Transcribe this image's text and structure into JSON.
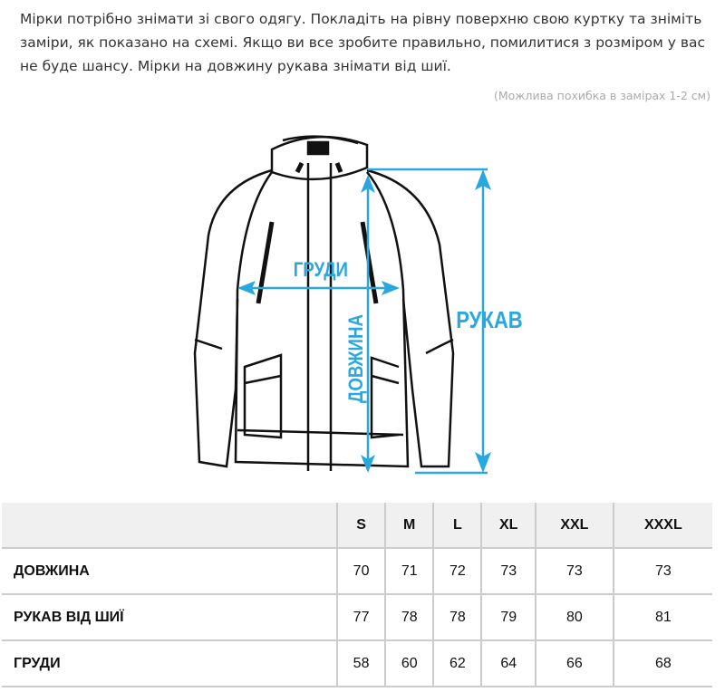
{
  "intro": "Мірки потрібно знімати зі свого одягу. Покладіть на рівну поверхню свою куртку та зніміть заміри, як показано на схемі. Якщо ви все зробите правильно, помилитися з розміром у вас не буде шансу. Мірки на довжину рукава знімати від шиї.",
  "note": "(Можлива похибка в замірах 1-2 см)",
  "diagram": {
    "chest": "ГРУДИ",
    "length": "ДОВЖИНА",
    "sleeve": "РУКАВ",
    "accent": "#29a8e0"
  },
  "table": {
    "headers": [
      "S",
      "M",
      "L",
      "XL",
      "XXL",
      "XXXL"
    ],
    "rows": [
      {
        "label": "ДОВЖИНА",
        "values": [
          "70",
          "71",
          "72",
          "73",
          "73",
          "73"
        ]
      },
      {
        "label": "РУКАВ ВІД ШИЇ",
        "values": [
          "77",
          "78",
          "78",
          "79",
          "80",
          "81"
        ]
      },
      {
        "label": "ГРУДИ",
        "values": [
          "58",
          "60",
          "62",
          "64",
          "66",
          "68"
        ]
      }
    ]
  }
}
